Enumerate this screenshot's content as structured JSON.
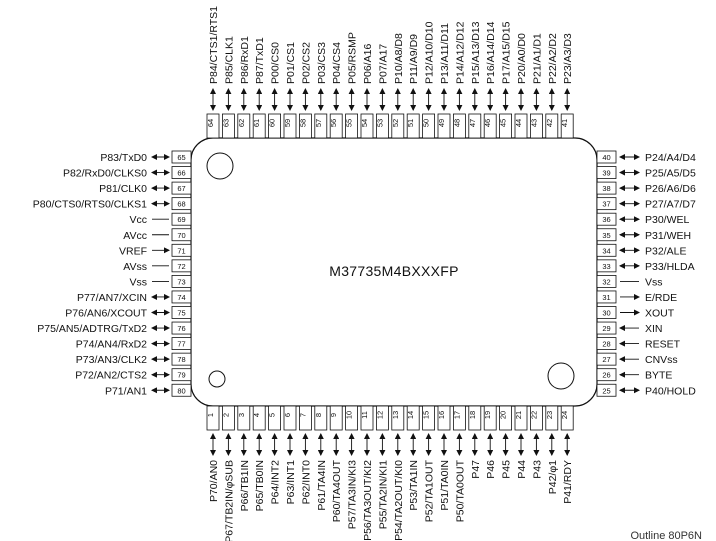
{
  "chip": {
    "part_number": "M37735M4BXXXFP",
    "footer_text": "Outline 80P6N"
  },
  "pins": {
    "left": [
      {
        "num": "65",
        "label": "P83/TxD0",
        "dir": "bi"
      },
      {
        "num": "66",
        "label": "P82/RxD0/CLKS0",
        "dir": "bi"
      },
      {
        "num": "67",
        "label": "P81/CLK0",
        "dir": "bi"
      },
      {
        "num": "68",
        "label": "P80/CTS0/RTS0/CLKS1",
        "dir": "bi"
      },
      {
        "num": "69",
        "label": "Vcc",
        "dir": "none"
      },
      {
        "num": "70",
        "label": "AVcc",
        "dir": "none"
      },
      {
        "num": "71",
        "label": "VREF",
        "dir": "in"
      },
      {
        "num": "72",
        "label": "AVss",
        "dir": "none"
      },
      {
        "num": "73",
        "label": "Vss",
        "dir": "none"
      },
      {
        "num": "74",
        "label": "P77/AN7/XCIN",
        "dir": "bi"
      },
      {
        "num": "75",
        "label": "P76/AN6/XCOUT",
        "dir": "bi"
      },
      {
        "num": "76",
        "label": "P75/AN5/ADTRG/TxD2",
        "dir": "bi"
      },
      {
        "num": "77",
        "label": "P74/AN4/RxD2",
        "dir": "bi"
      },
      {
        "num": "78",
        "label": "P73/AN3/CLK2",
        "dir": "bi"
      },
      {
        "num": "79",
        "label": "P72/AN2/CTS2",
        "dir": "bi"
      },
      {
        "num": "80",
        "label": "P71/AN1",
        "dir": "bi"
      }
    ],
    "right": [
      {
        "num": "40",
        "label": "P24/A4/D4",
        "dir": "bi"
      },
      {
        "num": "39",
        "label": "P25/A5/D5",
        "dir": "bi"
      },
      {
        "num": "38",
        "label": "P26/A6/D6",
        "dir": "bi"
      },
      {
        "num": "37",
        "label": "P27/A7/D7",
        "dir": "bi"
      },
      {
        "num": "36",
        "label": "P30/WEL",
        "dir": "bi"
      },
      {
        "num": "35",
        "label": "P31/WEH",
        "dir": "bi"
      },
      {
        "num": "34",
        "label": "P32/ALE",
        "dir": "bi"
      },
      {
        "num": "33",
        "label": "P33/HLDA",
        "dir": "bi"
      },
      {
        "num": "32",
        "label": "Vss",
        "dir": "none"
      },
      {
        "num": "31",
        "label": "E/RDE",
        "dir": "out"
      },
      {
        "num": "30",
        "label": "XOUT",
        "dir": "out"
      },
      {
        "num": "29",
        "label": "XIN",
        "dir": "in"
      },
      {
        "num": "28",
        "label": "RESET",
        "dir": "in"
      },
      {
        "num": "27",
        "label": "CNVss",
        "dir": "in"
      },
      {
        "num": "26",
        "label": "BYTE",
        "dir": "in"
      },
      {
        "num": "25",
        "label": "P40/HOLD",
        "dir": "bi"
      }
    ],
    "top": [
      {
        "num": "64",
        "label": "P84/CTS1/RTS1",
        "dir": "bi"
      },
      {
        "num": "63",
        "label": "P85/CLK1",
        "dir": "bi"
      },
      {
        "num": "62",
        "label": "P86/RxD1",
        "dir": "bi"
      },
      {
        "num": "61",
        "label": "P87/TxD1",
        "dir": "bi"
      },
      {
        "num": "60",
        "label": "P00/CS0",
        "dir": "bi"
      },
      {
        "num": "59",
        "label": "P01/CS1",
        "dir": "bi"
      },
      {
        "num": "58",
        "label": "P02/CS2",
        "dir": "bi"
      },
      {
        "num": "57",
        "label": "P03/CS3",
        "dir": "bi"
      },
      {
        "num": "56",
        "label": "P04/CS4",
        "dir": "bi"
      },
      {
        "num": "55",
        "label": "P05/RSMP",
        "dir": "bi"
      },
      {
        "num": "54",
        "label": "P06/A16",
        "dir": "bi"
      },
      {
        "num": "53",
        "label": "P07/A17",
        "dir": "bi"
      },
      {
        "num": "52",
        "label": "P10/A8/D8",
        "dir": "bi"
      },
      {
        "num": "51",
        "label": "P11/A9/D9",
        "dir": "bi"
      },
      {
        "num": "50",
        "label": "P12/A10/D10",
        "dir": "bi"
      },
      {
        "num": "49",
        "label": "P13/A11/D11",
        "dir": "bi"
      },
      {
        "num": "48",
        "label": "P14/A12/D12",
        "dir": "bi"
      },
      {
        "num": "47",
        "label": "P15/A13/D13",
        "dir": "bi"
      },
      {
        "num": "46",
        "label": "P16/A14/D14",
        "dir": "bi"
      },
      {
        "num": "45",
        "label": "P17/A15/D15",
        "dir": "bi"
      },
      {
        "num": "44",
        "label": "P20/A0/D0",
        "dir": "bi"
      },
      {
        "num": "43",
        "label": "P21/A1/D1",
        "dir": "bi"
      },
      {
        "num": "42",
        "label": "P22/A2/D2",
        "dir": "bi"
      },
      {
        "num": "41",
        "label": "P23/A3/D3",
        "dir": "bi"
      }
    ],
    "bottom": [
      {
        "num": "1",
        "label": "P70/AN0",
        "dir": "bi"
      },
      {
        "num": "2",
        "label": "P67/TB2IN/φSUB",
        "dir": "bi"
      },
      {
        "num": "3",
        "label": "P66/TB1IN",
        "dir": "bi"
      },
      {
        "num": "4",
        "label": "P65/TB0IN",
        "dir": "bi"
      },
      {
        "num": "5",
        "label": "P64/INT2",
        "dir": "bi"
      },
      {
        "num": "6",
        "label": "P63/INT1",
        "dir": "bi"
      },
      {
        "num": "7",
        "label": "P62/INT0",
        "dir": "bi"
      },
      {
        "num": "8",
        "label": "P61/TA4IN",
        "dir": "bi"
      },
      {
        "num": "9",
        "label": "P60/TA4OUT",
        "dir": "bi"
      },
      {
        "num": "10",
        "label": "P57/TA3IN/KI3",
        "dir": "bi"
      },
      {
        "num": "11",
        "label": "P56/TA3OUT/KI2",
        "dir": "bi"
      },
      {
        "num": "12",
        "label": "P55/TA2IN/KI1",
        "dir": "bi"
      },
      {
        "num": "13",
        "label": "P54/TA2OUT/KI0",
        "dir": "bi"
      },
      {
        "num": "14",
        "label": "P53/TA1IN",
        "dir": "bi"
      },
      {
        "num": "15",
        "label": "P52/TA1OUT",
        "dir": "bi"
      },
      {
        "num": "16",
        "label": "P51/TA0IN",
        "dir": "bi"
      },
      {
        "num": "17",
        "label": "P50/TA0OUT",
        "dir": "bi"
      },
      {
        "num": "18",
        "label": "P47",
        "dir": "bi"
      },
      {
        "num": "19",
        "label": "P46",
        "dir": "bi"
      },
      {
        "num": "20",
        "label": "P45",
        "dir": "bi"
      },
      {
        "num": "21",
        "label": "P44",
        "dir": "bi"
      },
      {
        "num": "22",
        "label": "P43",
        "dir": "bi"
      },
      {
        "num": "23",
        "label": "P42/φ1",
        "dir": "bi"
      },
      {
        "num": "24",
        "label": "P41/RDY",
        "dir": "bi"
      }
    ]
  }
}
